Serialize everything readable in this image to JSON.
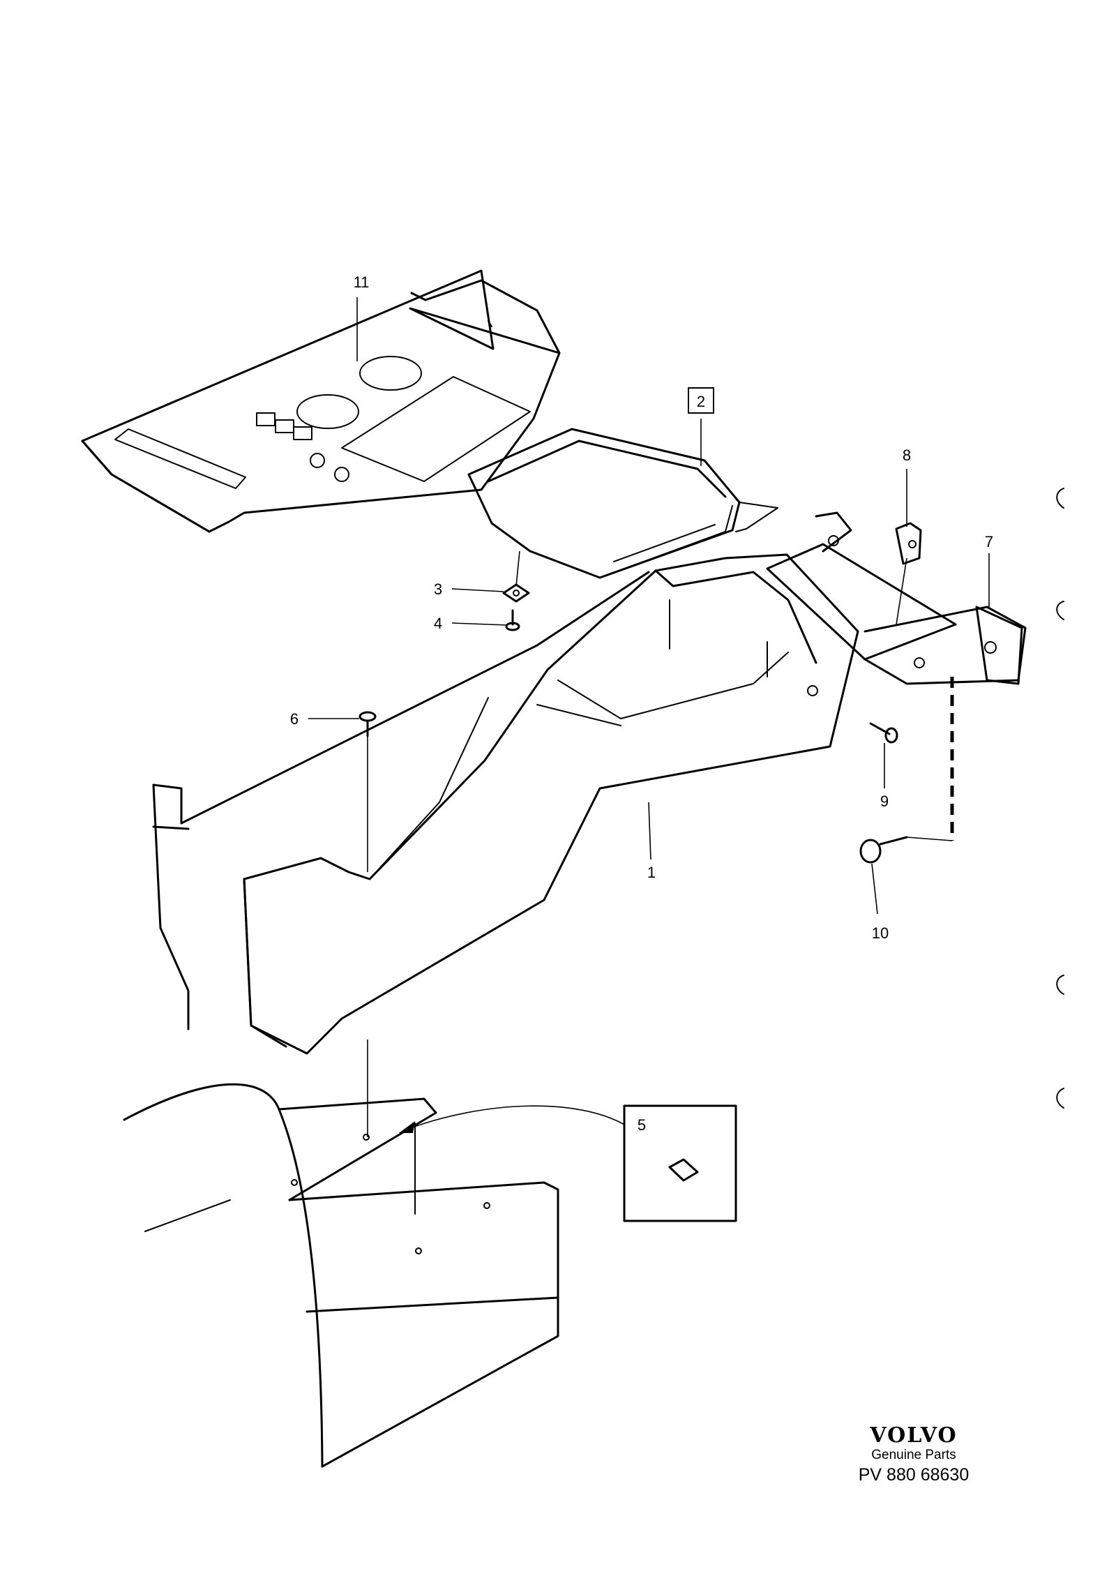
{
  "diagram": {
    "callouts": {
      "c1": "1",
      "c2": "2",
      "c3": "3",
      "c4": "4",
      "c5": "5",
      "c6": "6",
      "c7": "7",
      "c8": "8",
      "c9": "9",
      "c10": "10",
      "c11": "11"
    }
  },
  "branding": {
    "logo": "VOLVO",
    "subtitle": "Genuine Parts",
    "code": "PV 880 68630"
  }
}
